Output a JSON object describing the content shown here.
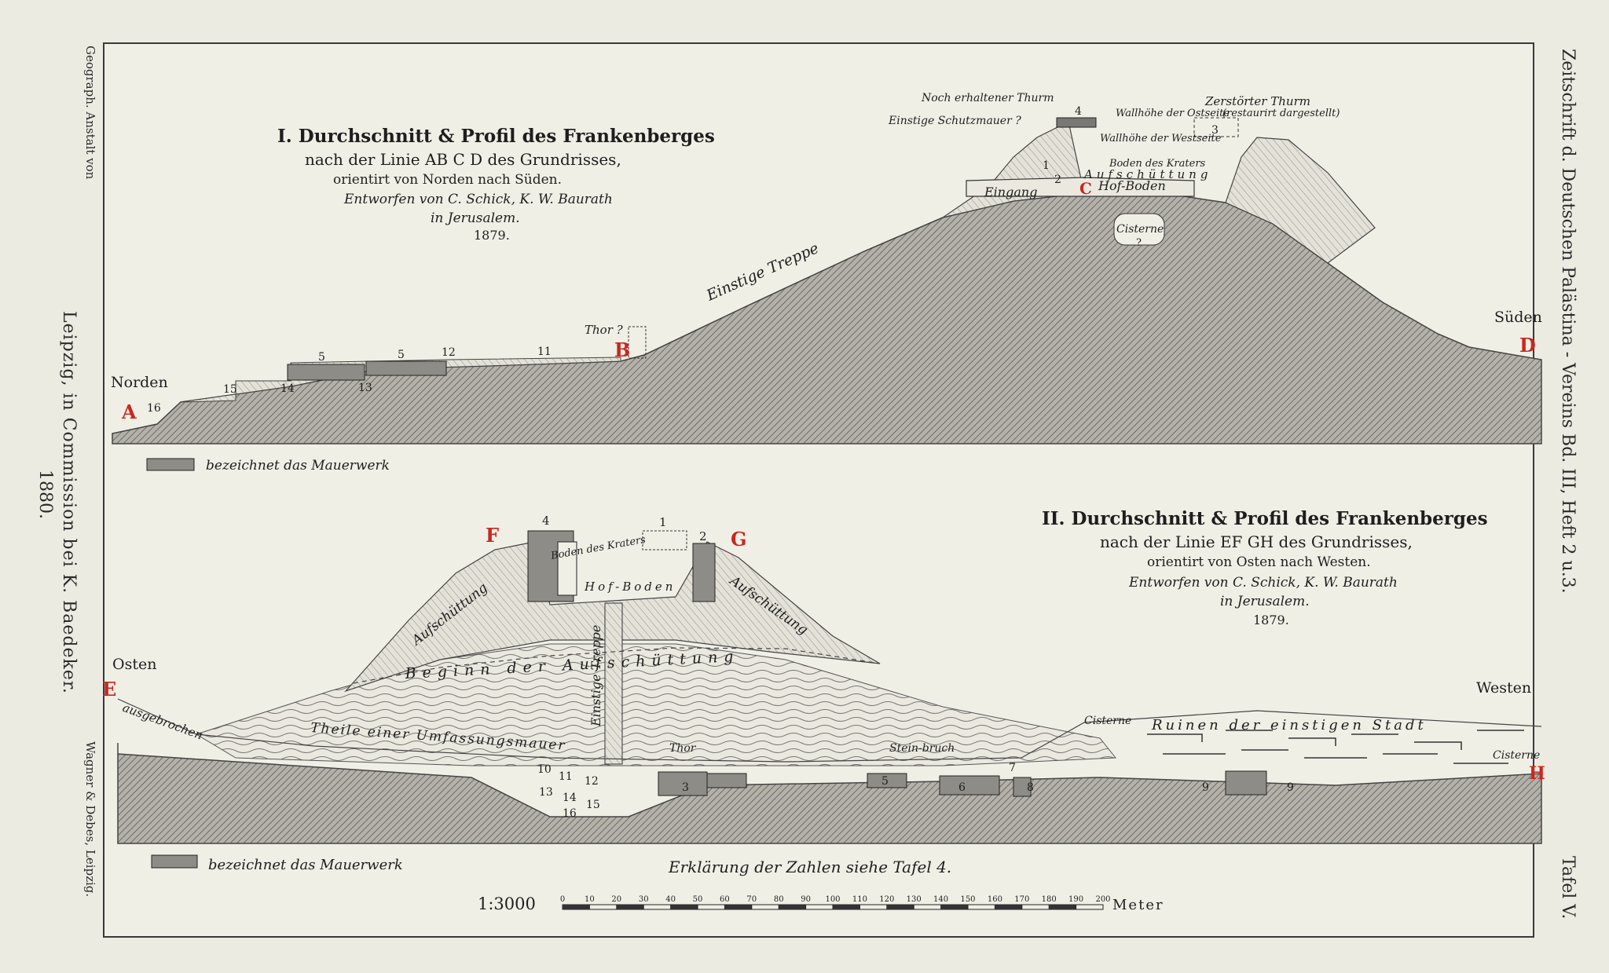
{
  "side": {
    "left_top": "Geograph. Anstalt von",
    "left_main": "Leipzig, in Commission bei K. Baedeker.",
    "left_year": "1880.",
    "left_bottom": "Wagner & Debes, Leipzig.",
    "right_main": "Zeitschrift d. Deutschen Palästina - Vereins  Bd. III, Heft 2 u.3.",
    "right_bottom": "Tafel V."
  },
  "section1": {
    "title": "I. Durchschnitt & Profil des Frankenberges",
    "line2": "nach der Linie AB C D des Grundrisses,",
    "line3": "orientirt von Norden nach Süden.",
    "line4": "Entworfen von C. Schick, K. W. Baurath",
    "line5": "in Jerusalem.",
    "year": "1879.",
    "dir_left": "Norden",
    "dir_right": "Süden",
    "points": {
      "a": "A",
      "b": "B",
      "c": "C",
      "d": "D"
    },
    "labels": {
      "treppe": "Einstige Treppe",
      "thor": "Thor ?",
      "turm_erhalten": "Noch erhaltener Thurm",
      "schutzmauer": "Einstige Schutzmauer ?",
      "wallhoehe_ost": "Wallhöhe der Ostseite",
      "wallhoehe_west": "Wallhöhe der Westseite",
      "boden_krater": "Boden des Kraters",
      "zerstoerter_turm": "Zerstörter Thurm",
      "restaurirt": "(restaurirt dargestellt)",
      "eingang": "Eingang",
      "hof_boden": "Hof-Boden",
      "aufschuettung": "Aufschüttung",
      "cisterne": "Cisterne",
      "cisterne_q": "?"
    },
    "numbers": [
      "16",
      "15",
      "14",
      "13",
      "5",
      "5",
      "12",
      "11",
      "4",
      "3",
      "1",
      "2"
    ],
    "legend": "bezeichnet das Mauerwerk"
  },
  "section2": {
    "title": "II. Durchschnitt & Profil des Frankenberges",
    "line2": "nach der Linie EF GH des Grundrisses,",
    "line3": "orientirt von Osten nach Westen.",
    "line4": "Entworfen von C. Schick, K. W. Baurath",
    "line5": "in Jerusalem.",
    "year": "1879.",
    "dir_left": "Osten",
    "dir_right": "Westen",
    "points": {
      "e": "E",
      "f": "F",
      "g": "G",
      "h": "H"
    },
    "labels": {
      "aufschuettung_l": "Aufschüttung",
      "aufschuettung_r": "Aufschüttung",
      "beginn": "Beginn der Aufschüttung",
      "boden_krater": "Boden des Kraters",
      "hof_boden": "Hof-Boden",
      "treppe": "Einstige Treppe",
      "ausgebrochen": "ausgebrochen",
      "umfassungsmauer": "Theile einer Umfassungsmauer",
      "thor": "Thor",
      "steinbruch": "Stein-bruch",
      "cisterne1": "Cisterne",
      "cisterne2": "Cisterne",
      "ruinen": "Ruinen der einstigen Stadt"
    },
    "numbers": [
      "4",
      "1",
      "2",
      "10",
      "11",
      "12",
      "13",
      "14",
      "15",
      "16",
      "3",
      "5",
      "6",
      "7",
      "8",
      "9",
      "9"
    ],
    "legend": "bezeichnet das Mauerwerk",
    "erklaerung": "Erklärung der Zahlen siehe Tafel 4."
  },
  "scale": {
    "ratio": "1:3000",
    "unit": "Meter",
    "ticks": [
      "0",
      "10",
      "20",
      "30",
      "40",
      "50",
      "60",
      "70",
      "80",
      "90",
      "100",
      "110",
      "120",
      "130",
      "140",
      "150",
      "160",
      "170",
      "180",
      "190",
      "200"
    ]
  }
}
